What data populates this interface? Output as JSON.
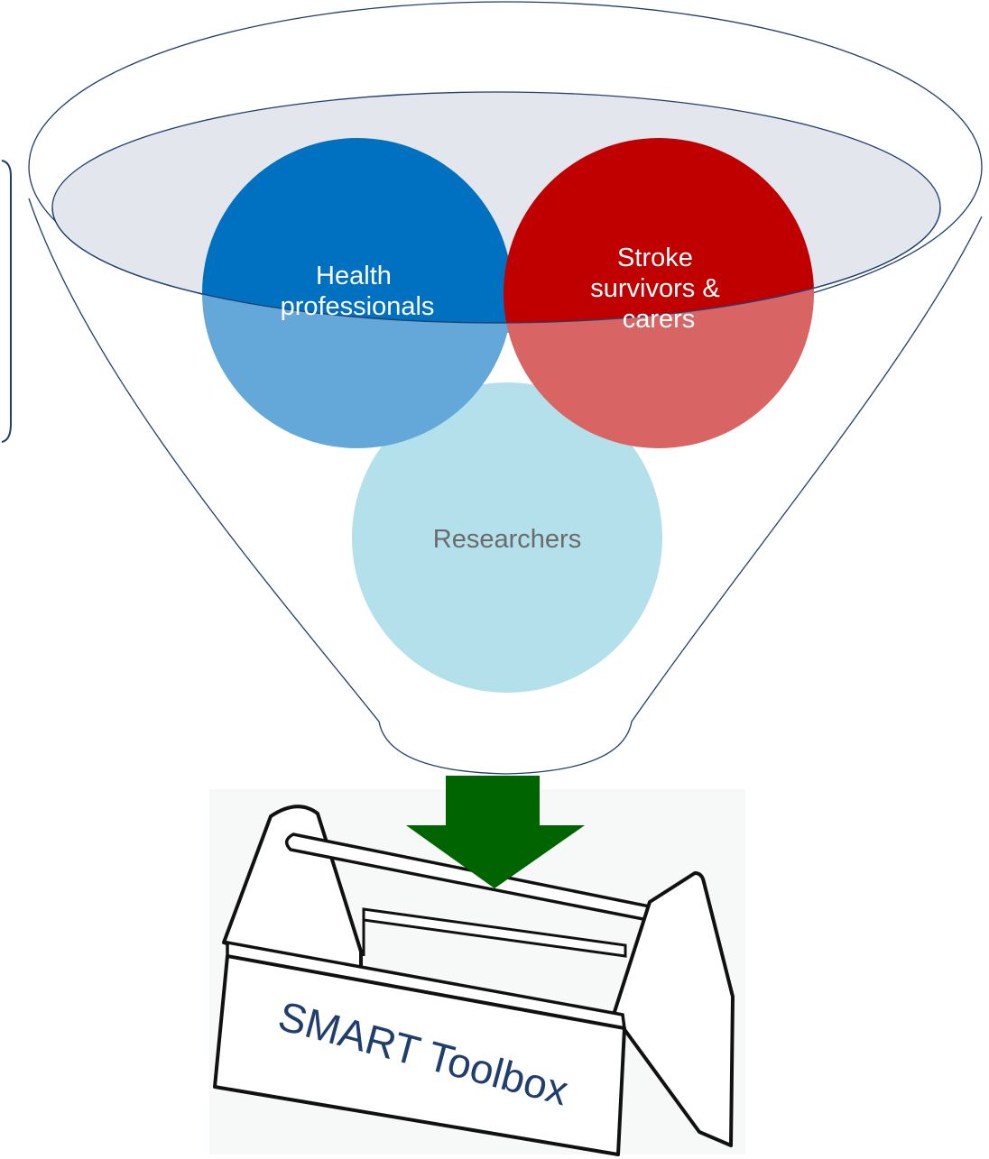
{
  "groups": {
    "health": {
      "lines": [
        "Health",
        "professionals"
      ],
      "color": "#0070c0",
      "color_lower": "#63a8d8"
    },
    "stroke": {
      "lines": [
        "Stroke",
        "survivors &",
        "carers"
      ],
      "color": "#c00000",
      "color_lower": "#d96464"
    },
    "researchers": {
      "lines": [
        "Researchers"
      ],
      "color": "#b3e0ea",
      "text_color": "#6b6b6b"
    }
  },
  "toolbox": {
    "label": "SMART Toolbox",
    "label_color": "#1f3d6e"
  },
  "arrow": {
    "color": "#006400"
  },
  "funnel": {
    "outline_color": "#1f3d6e",
    "inner_fill": "#e4e6ee"
  }
}
